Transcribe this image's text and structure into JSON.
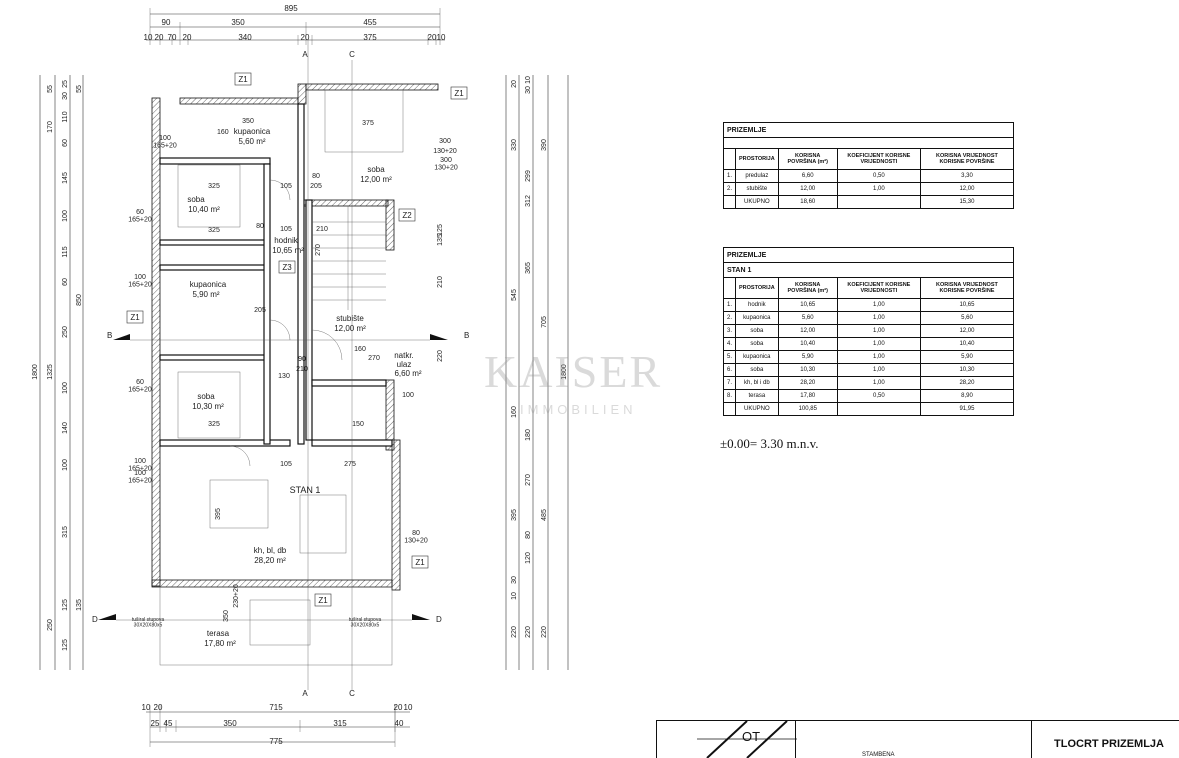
{
  "dimensions": {
    "top_total": "895",
    "top_mid": [
      "90",
      "350",
      "455"
    ],
    "top_detail": [
      "10",
      "20",
      "70",
      "20",
      "340",
      "20",
      "375",
      "20",
      "10"
    ],
    "bottom_detail_a": [
      "10",
      "20",
      "715",
      "20",
      "10"
    ],
    "bottom_detail_b": [
      "25",
      "45",
      "350",
      "315",
      "40"
    ],
    "bottom_total": "775",
    "left_total": "1800",
    "left_mid": [
      "1325",
      "250"
    ],
    "left_detail": [
      "170",
      "145",
      "100",
      "115",
      "60",
      "250",
      "100",
      "140",
      "100",
      "315",
      "135",
      "125",
      "125"
    ],
    "left_small": [
      "55",
      "25",
      "30",
      "55",
      "110",
      "60",
      "850"
    ],
    "right_total": "1800",
    "right_mid": [
      "330",
      "390",
      "545",
      "705",
      "485",
      "220"
    ],
    "right_detail": [
      "20",
      "10",
      "30",
      "299",
      "312",
      "365",
      "160",
      "180",
      "270",
      "395",
      "80",
      "120",
      "10",
      "30",
      "220",
      "220"
    ],
    "inner": [
      "160",
      "325",
      "105",
      "205",
      "325",
      "105",
      "210",
      "80",
      "205",
      "130",
      "325",
      "105",
      "275",
      "395",
      "150",
      "100",
      "270",
      "160",
      "220",
      "90",
      "210",
      "80",
      "270",
      "210",
      "125",
      "135",
      "350",
      "230+20",
      "375",
      "300",
      "130+20"
    ]
  },
  "window_labels": [
    "100\n165+20",
    "60\n165+20",
    "100\n165+20",
    "60\n165+20",
    "100\n165+20",
    "100\n165+20",
    "80\n130+20",
    "300\n130+20",
    "350"
  ],
  "markers": {
    "z1": "Z1",
    "z2": "Z2",
    "z3": "Z3",
    "section_a": "A",
    "section_b": "B",
    "section_c": "C",
    "section_d": "D"
  },
  "rooms": [
    {
      "name": "kupaonica",
      "area": "5,60 m²"
    },
    {
      "name": "soba",
      "area": "12,00 m²"
    },
    {
      "name": "soba",
      "area": "10,40 m²"
    },
    {
      "name": "hodnik",
      "area": "10,65 m²"
    },
    {
      "name": "kupaonica",
      "area": "5,90 m²"
    },
    {
      "name": "stubište",
      "area": "12,00 m²"
    },
    {
      "name": "natkr.\nulaz",
      "area": "6,60 m²"
    },
    {
      "name": "soba",
      "area": "10,30 m²"
    },
    {
      "name": "kh, bl, db",
      "area": "28,20 m²"
    },
    {
      "name": "terasa",
      "area": "17,80 m²"
    }
  ],
  "stan_label": "STAN 1",
  "tiled_labels": [
    "tuširal stupova\n30X20X80x5",
    "tuširal stupova\n30X20X80x5"
  ],
  "table1": {
    "title": "PRIZEMLJE",
    "headers": [
      "PROSTORIJA",
      "KORISNA POVRŠINA (m²)",
      "KOEFICIJENT KORISNE VRIJEDNOSTI",
      "KORISNA VRIJEDNOST KORISNE POVRŠINE"
    ],
    "rows": [
      [
        "1.",
        "predulaz",
        "6,60",
        "0,50",
        "3,30"
      ],
      [
        "2.",
        "stubište",
        "12,00",
        "1,00",
        "12,00"
      ]
    ],
    "total": [
      "UKUPNO",
      "18,60",
      "",
      "15,30"
    ]
  },
  "table2": {
    "title": "PRIZEMLJE",
    "subtitle": "STAN 1",
    "headers": [
      "PROSTORIJA",
      "KORISNA POVRŠINA (m²)",
      "KOEFICIJENT KORISNE VRIJEDNOSTI",
      "KORISNA VRIJEDNOST KORISNE POVRŠINE"
    ],
    "rows": [
      [
        "1.",
        "hodnik",
        "10,65",
        "1,00",
        "10,65"
      ],
      [
        "2.",
        "kupaonica",
        "5,60",
        "1,00",
        "5,60"
      ],
      [
        "3.",
        "soba",
        "12,00",
        "1,00",
        "12,00"
      ],
      [
        "4.",
        "soba",
        "10,40",
        "1,00",
        "10,40"
      ],
      [
        "5.",
        "kupaonica",
        "5,90",
        "1,00",
        "5,90"
      ],
      [
        "6.",
        "soba",
        "10,30",
        "1,00",
        "10,30"
      ],
      [
        "7.",
        "kh, bl i db",
        "28,20",
        "1,00",
        "28,20"
      ],
      [
        "8.",
        "terasa",
        "17,80",
        "0,50",
        "8,90"
      ]
    ],
    "total": [
      "UKUPNO",
      "100,85",
      "",
      "91,95"
    ]
  },
  "level": "±0.00= 3.30 m.n.v.",
  "watermark": {
    "main": "KAISER",
    "sub": "IMMOBILIEN"
  },
  "title_block": {
    "ot": "OT",
    "title": "TLOCRT PRIZEMLJA",
    "stamp": "STAMBENA"
  }
}
